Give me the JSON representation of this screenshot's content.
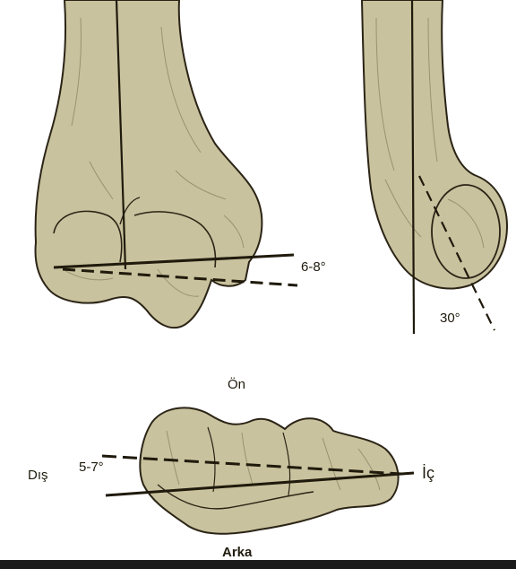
{
  "labels": {
    "angle_distal_femur": "6-8°",
    "angle_lateral_view": "30°",
    "front": "Ön",
    "lateral_side": "Dış",
    "angle_condyles": "5-7°",
    "medial_side": "İç",
    "back": "Arka"
  },
  "colors": {
    "bone_fill": "#c9c29e",
    "bone_shadow": "#9a9270",
    "outline": "#2b2416",
    "text": "#1f1a0c",
    "frame": "#1a1a1a"
  }
}
